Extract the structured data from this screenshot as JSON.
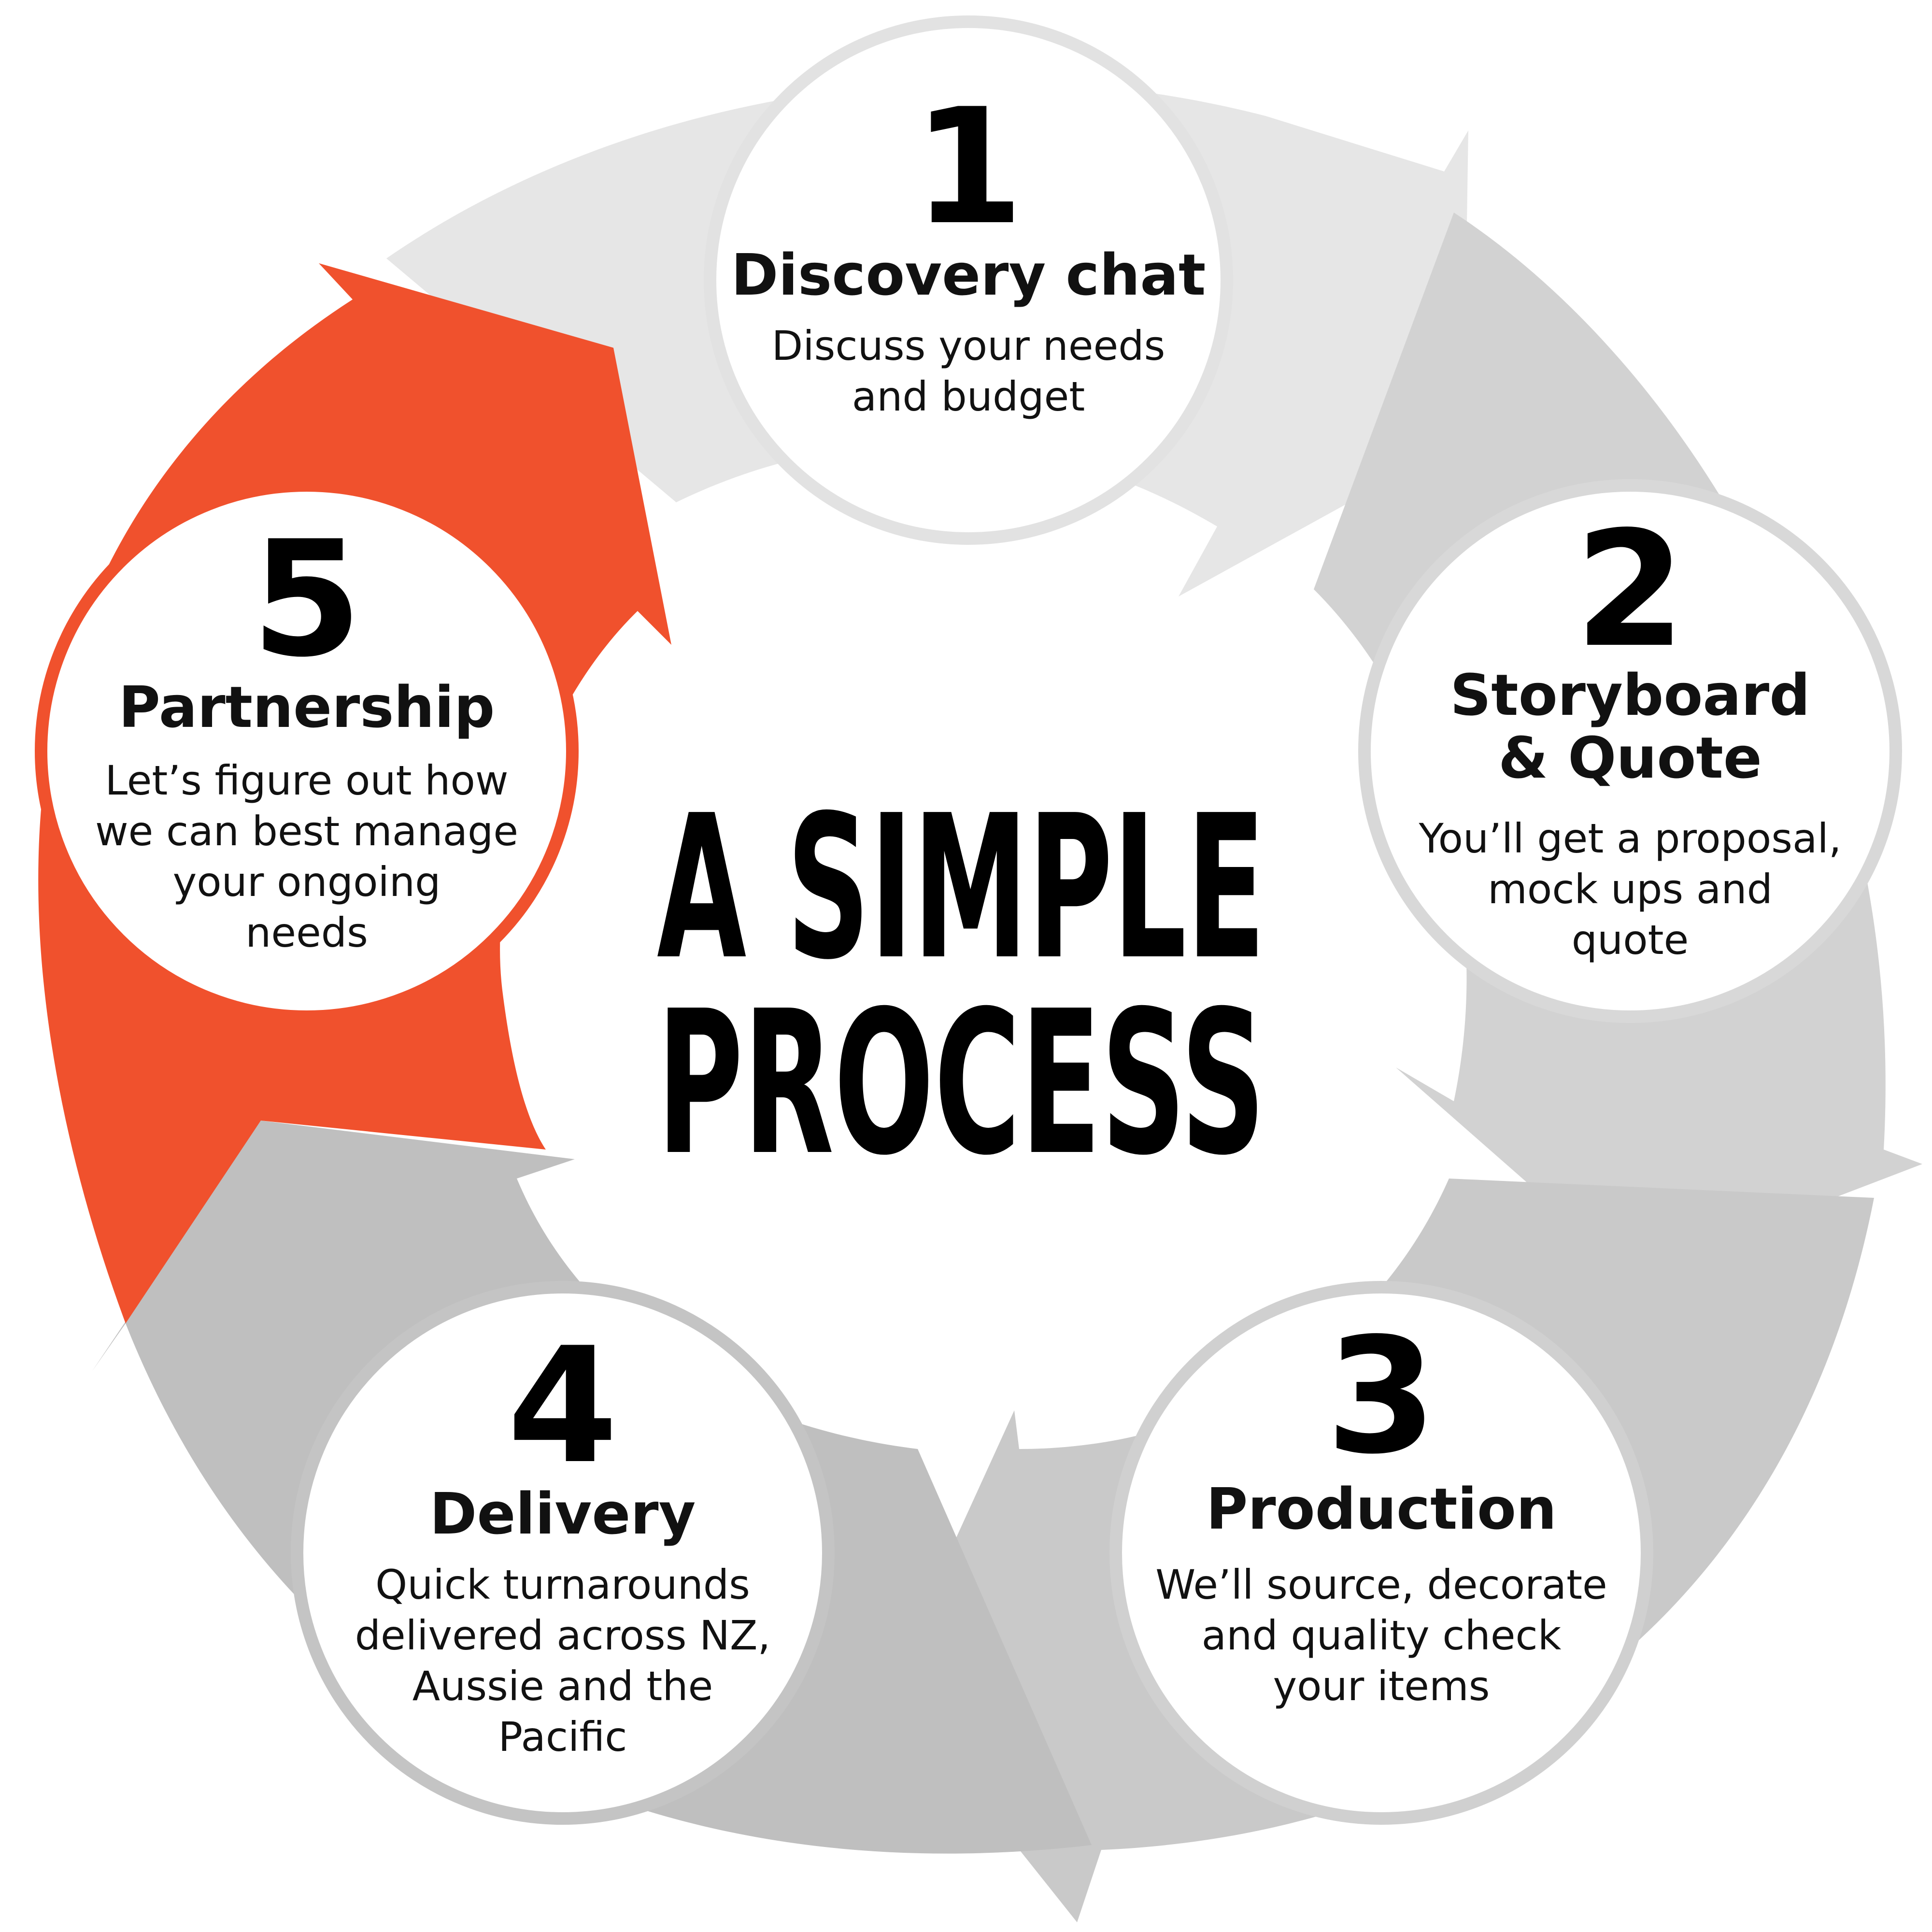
{
  "title": {
    "line1": "A SIMPLE",
    "line2": "PROCESS"
  },
  "colors": {
    "accent": "#f0512d",
    "arrow_light": "#e5e5e5",
    "arrow_mid": "#d0d0d0",
    "arrow_dark": "#bfbfbf",
    "circle_border": "#e0e0e0"
  },
  "steps": [
    {
      "number": "1",
      "title": [
        "Discovery chat"
      ],
      "description": [
        "Discuss your needs",
        "and budget"
      ]
    },
    {
      "number": "2",
      "title": [
        "Storyboard",
        "& Quote"
      ],
      "description": [
        "You’ll get a proposal,",
        "mock ups and",
        "quote"
      ]
    },
    {
      "number": "3",
      "title": [
        "Production"
      ],
      "description": [
        "We’ll source, decorate",
        "and quality check",
        "your items"
      ]
    },
    {
      "number": "4",
      "title": [
        "Delivery"
      ],
      "description": [
        "Quick turnarounds",
        "delivered across NZ,",
        "Aussie and the",
        "Pacific"
      ]
    },
    {
      "number": "5",
      "title": [
        "Partnership"
      ],
      "description": [
        "Let’s figure out how",
        "we can best manage",
        "your ongoing",
        "needs"
      ]
    }
  ]
}
